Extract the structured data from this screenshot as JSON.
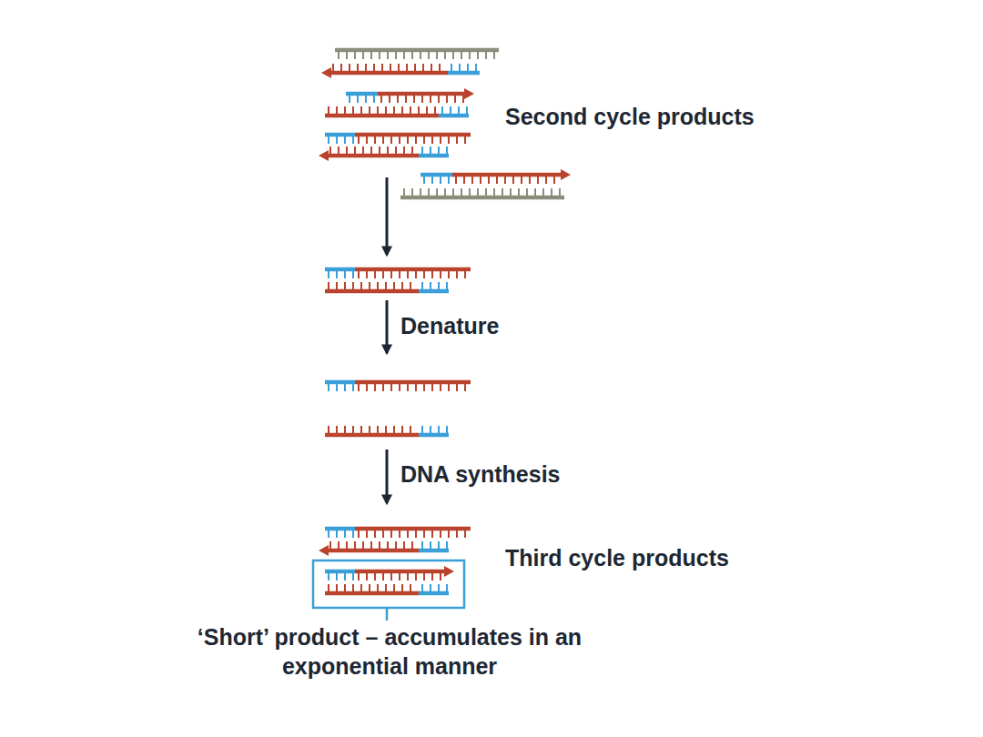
{
  "diagram": {
    "labels": [
      "Second cycle products",
      "Denature",
      "DNA synthesis",
      "Third cycle products",
      "‘Short’ product – accumulates in an exponential manner"
    ]
  }
}
